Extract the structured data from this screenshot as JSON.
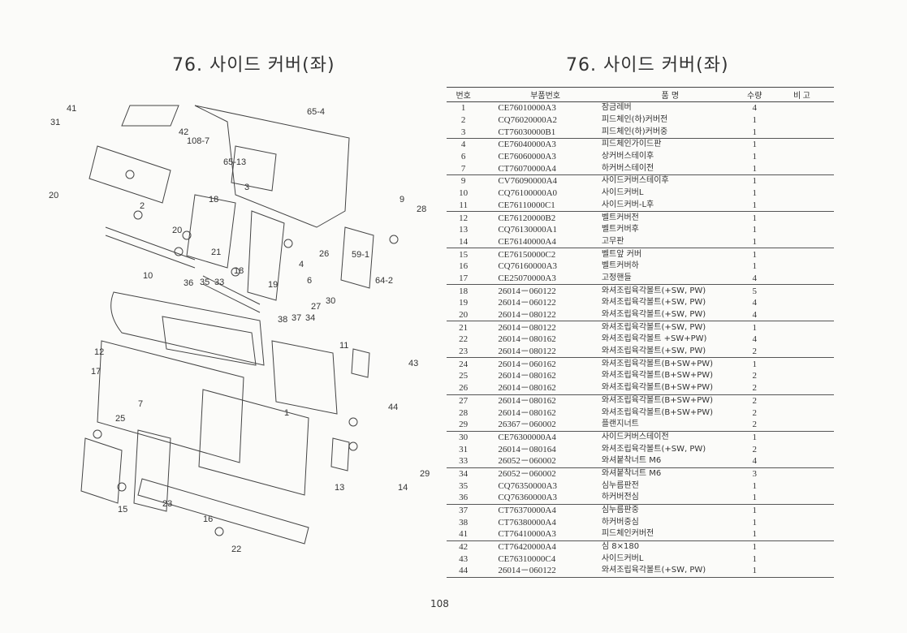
{
  "title_left": "76. 사이드 커버(좌)",
  "title_right": "76. 사이드 커버(좌)",
  "page_number": "108",
  "table": {
    "headers": {
      "no": "번호",
      "part_no": "부품번호",
      "name": "품   명",
      "qty": "수량",
      "remarks": "비  고"
    },
    "rows": [
      {
        "no": "1",
        "part_no": "CE76010000A3",
        "name": "잠금레버",
        "qty": "4"
      },
      {
        "no": "2",
        "part_no": "CQ76020000A2",
        "name": "피드체인(하)커버전",
        "qty": "1"
      },
      {
        "no": "3",
        "part_no": "CT76030000B1",
        "name": "피드체인(하)커버중",
        "qty": "1"
      },
      {
        "no": "4",
        "part_no": "CE76040000A3",
        "name": "피드체인가이드판",
        "qty": "1"
      },
      {
        "no": "6",
        "part_no": "CE76060000A3",
        "name": "상커버스테이후",
        "qty": "1"
      },
      {
        "no": "7",
        "part_no": "CT76070000A4",
        "name": "하커버스테이전",
        "qty": "1"
      },
      {
        "no": "9",
        "part_no": "CV76090000A4",
        "name": "사이드커버스테이후",
        "qty": "1"
      },
      {
        "no": "10",
        "part_no": "CQ76100000A0",
        "name": "사이드커버L",
        "qty": "1"
      },
      {
        "no": "11",
        "part_no": "CE76110000C1",
        "name": "사이드커버-L후",
        "qty": "1"
      },
      {
        "no": "12",
        "part_no": "CE76120000B2",
        "name": "벨트커버전",
        "qty": "1"
      },
      {
        "no": "13",
        "part_no": "CQ76130000A1",
        "name": "벨트커버후",
        "qty": "1"
      },
      {
        "no": "14",
        "part_no": "CE76140000A4",
        "name": "고무판",
        "qty": "1"
      },
      {
        "no": "15",
        "part_no": "CE76150000C2",
        "name": "벨트앞 커버",
        "qty": "1"
      },
      {
        "no": "16",
        "part_no": "CQ76160000A3",
        "name": "벨트커버하",
        "qty": "1"
      },
      {
        "no": "17",
        "part_no": "CE25070000A3",
        "name": "고정핸들",
        "qty": "4"
      },
      {
        "no": "18",
        "part_no": "26014－060122",
        "name": "와셔조립육각볼트(+SW, PW)",
        "qty": "5"
      },
      {
        "no": "19",
        "part_no": "26014－060122",
        "name": "와셔조립육각볼트(+SW, PW)",
        "qty": "4"
      },
      {
        "no": "20",
        "part_no": "26014－080122",
        "name": "와셔조립육각볼트(+SW, PW)",
        "qty": "4"
      },
      {
        "no": "21",
        "part_no": "26014－080122",
        "name": "와셔조립육각볼트(+SW, PW)",
        "qty": "1"
      },
      {
        "no": "22",
        "part_no": "26014－080162",
        "name": "와셔조립육각볼트 +SW+PW)",
        "qty": "4"
      },
      {
        "no": "23",
        "part_no": "26014－080122",
        "name": "와셔조립육각볼트(+SW, PW)",
        "qty": "2"
      },
      {
        "no": "24",
        "part_no": "26014－060162",
        "name": "와셔조립육각볼트(B+SW+PW)",
        "qty": "1"
      },
      {
        "no": "25",
        "part_no": "26014－080162",
        "name": "와셔조립육각볼트(B+SW+PW)",
        "qty": "2"
      },
      {
        "no": "26",
        "part_no": "26014－080162",
        "name": "와셔조립육각볼트(B+SW+PW)",
        "qty": "2"
      },
      {
        "no": "27",
        "part_no": "26014－080162",
        "name": "와셔조립육각볼트(B+SW+PW)",
        "qty": "2"
      },
      {
        "no": "28",
        "part_no": "26014－080162",
        "name": "와셔조립육각볼트(B+SW+PW)",
        "qty": "2"
      },
      {
        "no": "29",
        "part_no": "26367－060002",
        "name": "플랜지너트",
        "qty": "2"
      },
      {
        "no": "30",
        "part_no": "CE76300000A4",
        "name": "사이드커버스테이전",
        "qty": "1"
      },
      {
        "no": "31",
        "part_no": "26014－080164",
        "name": "와셔조립육각볼트(+SW, PW)",
        "qty": "2"
      },
      {
        "no": "33",
        "part_no": "26052－060002",
        "name": "와셔붙착너트 M6",
        "qty": "4"
      },
      {
        "no": "34",
        "part_no": "26052－060002",
        "name": "와셔붙착너트 M6",
        "qty": "3"
      },
      {
        "no": "35",
        "part_no": "CQ76350000A3",
        "name": "심누름판전",
        "qty": "1"
      },
      {
        "no": "36",
        "part_no": "CQ76360000A3",
        "name": "하커버전심",
        "qty": "1"
      },
      {
        "no": "37",
        "part_no": "CT76370000A4",
        "name": "심누름판중",
        "qty": "1"
      },
      {
        "no": "38",
        "part_no": "CT76380000A4",
        "name": "하커버중심",
        "qty": "1"
      },
      {
        "no": "41",
        "part_no": "CT76410000A3",
        "name": "피드체인커버전",
        "qty": "1"
      },
      {
        "no": "42",
        "part_no": "CT76420000A4",
        "name": "심 8×180",
        "qty": "1"
      },
      {
        "no": "43",
        "part_no": "CE76310000C4",
        "name": "사이드커버L",
        "qty": "1"
      },
      {
        "no": "44",
        "part_no": "26014－060122",
        "name": "와셔조립육각볼트(+SW, PW)",
        "qty": "1"
      }
    ]
  },
  "diagram": {
    "callouts": [
      "41",
      "31",
      "42",
      "108-7",
      "65-4",
      "65-13",
      "20",
      "2",
      "18",
      "3",
      "9",
      "28",
      "20",
      "21",
      "26",
      "59-1",
      "35",
      "33",
      "18",
      "6",
      "4",
      "19",
      "36",
      "10",
      "27",
      "30",
      "64-2",
      "38",
      "37",
      "34",
      "11",
      "12",
      "43",
      "17",
      "1",
      "7",
      "44",
      "25",
      "29",
      "13",
      "14",
      "15",
      "23",
      "16",
      "22"
    ]
  }
}
